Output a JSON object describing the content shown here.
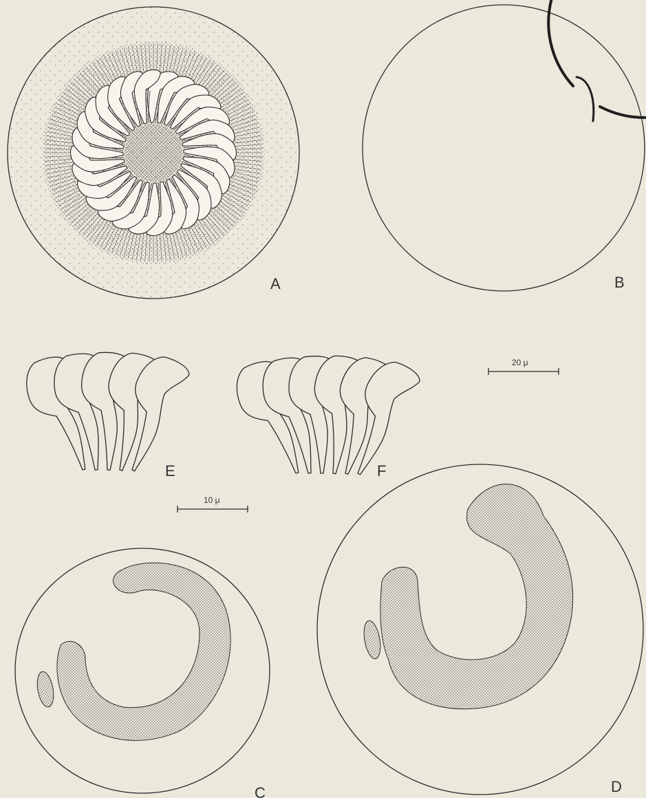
{
  "colors": {
    "background": "#ebe8dc",
    "ink": "#2a2a2a"
  },
  "panels": {
    "a": {
      "label": "A"
    },
    "b": {
      "label": "B"
    },
    "c": {
      "label": "C"
    },
    "d": {
      "label": "D"
    },
    "e": {
      "label": "E"
    },
    "f": {
      "label": "F"
    }
  },
  "scale_bars": {
    "large": {
      "label": "20 μ"
    },
    "small": {
      "label": "10 μ"
    }
  }
}
